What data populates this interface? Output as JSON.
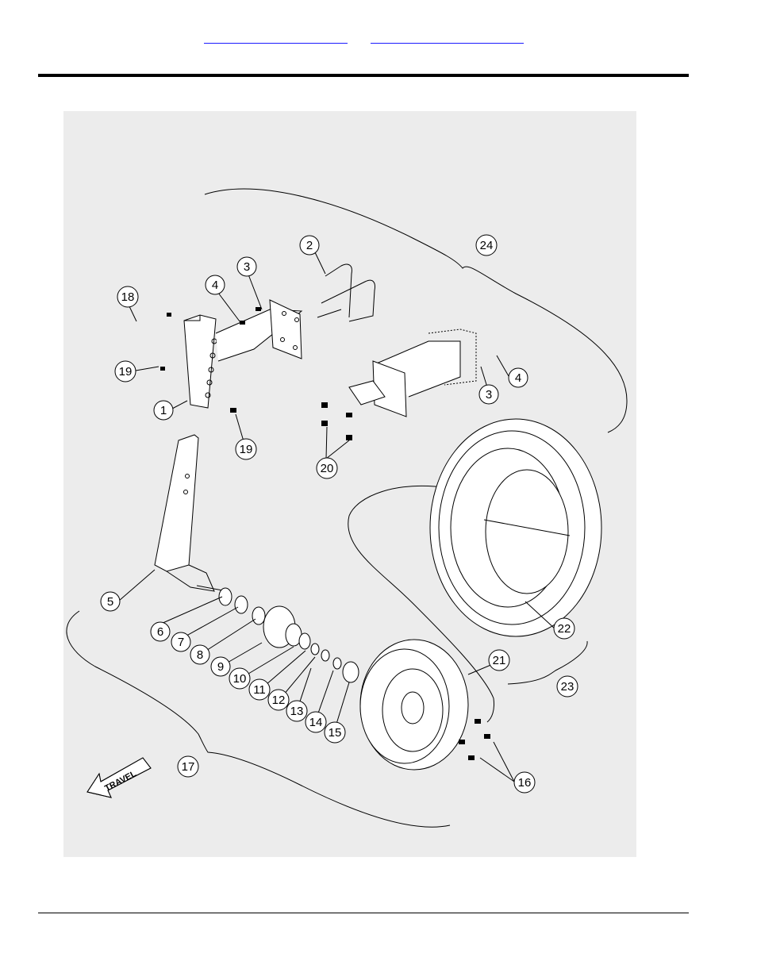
{
  "header": {
    "link_left": "",
    "link_right": ""
  },
  "diagram": {
    "travel_label": "TRAVEL",
    "callouts": [
      {
        "id": "c1",
        "label": "1"
      },
      {
        "id": "c2",
        "label": "2"
      },
      {
        "id": "c3a",
        "label": "3"
      },
      {
        "id": "c3b",
        "label": "3"
      },
      {
        "id": "c4a",
        "label": "4"
      },
      {
        "id": "c4b",
        "label": "4"
      },
      {
        "id": "c5",
        "label": "5"
      },
      {
        "id": "c6",
        "label": "6"
      },
      {
        "id": "c7",
        "label": "7"
      },
      {
        "id": "c8",
        "label": "8"
      },
      {
        "id": "c9",
        "label": "9"
      },
      {
        "id": "c10",
        "label": "10"
      },
      {
        "id": "c11",
        "label": "11"
      },
      {
        "id": "c12",
        "label": "12"
      },
      {
        "id": "c13",
        "label": "13"
      },
      {
        "id": "c14",
        "label": "14"
      },
      {
        "id": "c15",
        "label": "15"
      },
      {
        "id": "c16",
        "label": "16"
      },
      {
        "id": "c17",
        "label": "17"
      },
      {
        "id": "c18",
        "label": "18"
      },
      {
        "id": "c19a",
        "label": "19"
      },
      {
        "id": "c19b",
        "label": "19"
      },
      {
        "id": "c20",
        "label": "20"
      },
      {
        "id": "c21",
        "label": "21"
      },
      {
        "id": "c22",
        "label": "22"
      },
      {
        "id": "c23",
        "label": "23"
      },
      {
        "id": "c24",
        "label": "24"
      }
    ]
  }
}
